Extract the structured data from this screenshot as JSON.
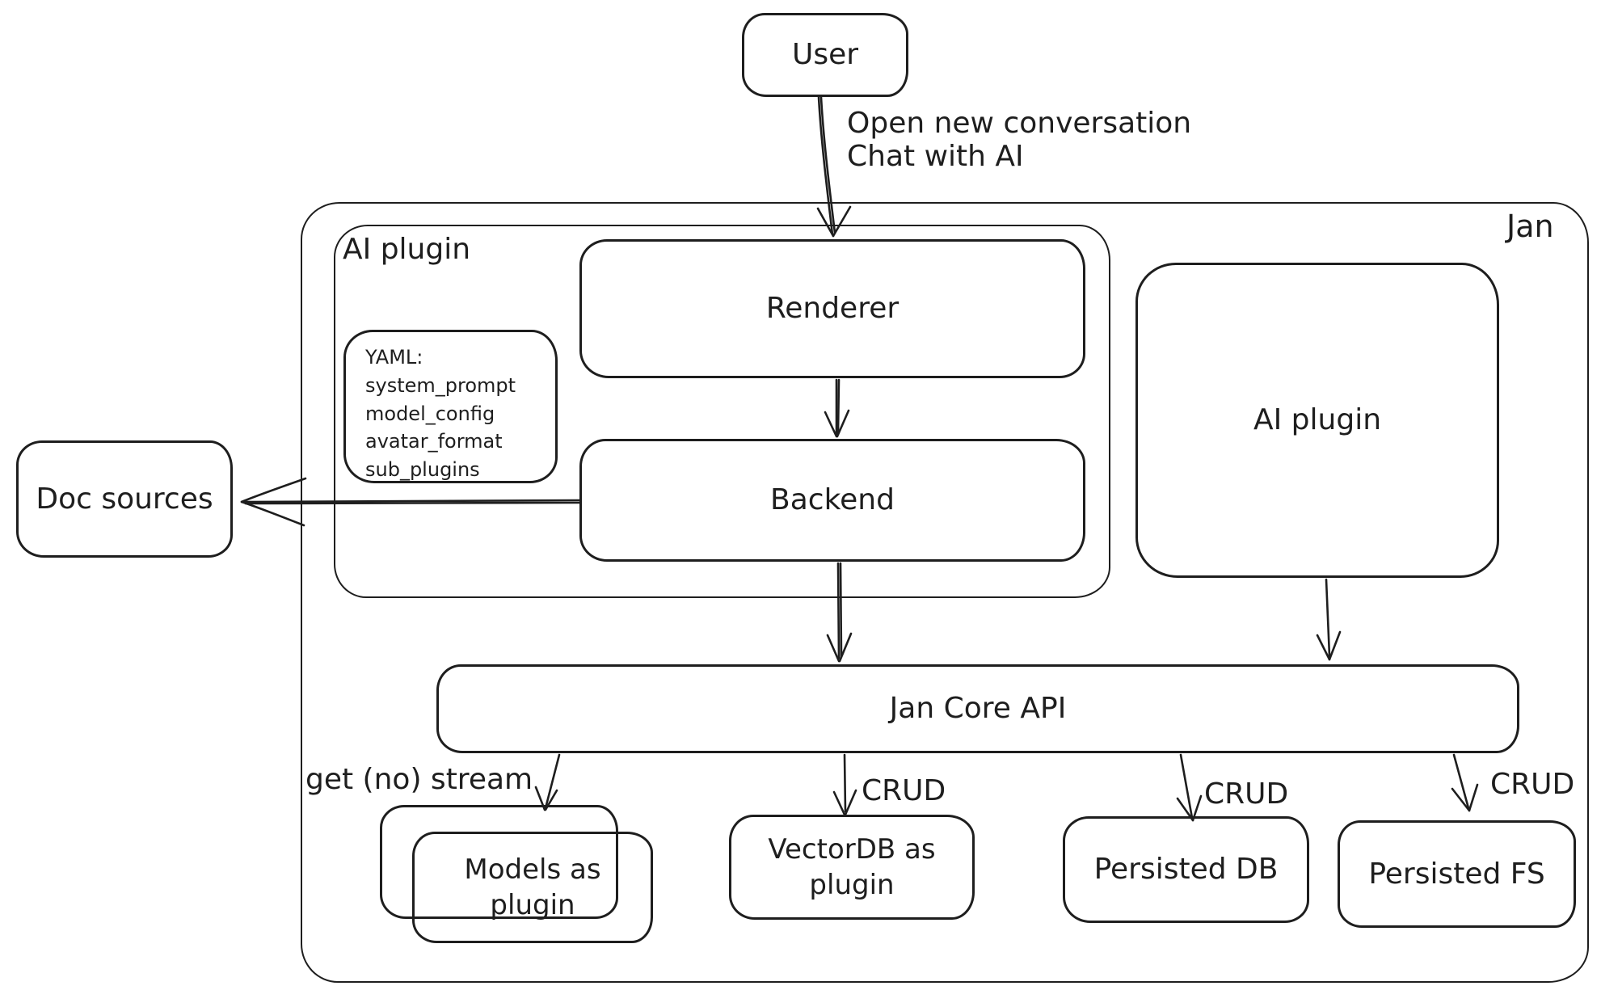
{
  "diagram": {
    "user_box": {
      "label": "User"
    },
    "user_edge": {
      "label_line1": "Open new conversation",
      "label_line2": "Chat with AI"
    },
    "jan_container": {
      "label": "Jan"
    },
    "ai_plugin_group": {
      "label": "AI plugin"
    },
    "renderer_box": {
      "label": "Renderer"
    },
    "backend_box": {
      "label": "Backend"
    },
    "yaml_note": {
      "lines": [
        "YAML:",
        "system_prompt",
        "model_config",
        "avatar_format",
        "sub_plugins"
      ]
    },
    "doc_sources_box": {
      "label": "Doc sources"
    },
    "ai_plugin_box": {
      "label": "AI plugin"
    },
    "jan_core_api_box": {
      "label": "Jan Core API"
    },
    "models_plugin_box": {
      "label_line1": "Models as",
      "label_line2": "plugin"
    },
    "vectordb_box": {
      "label_line1": "VectorDB as",
      "label_line2": "plugin"
    },
    "persisted_db_box": {
      "label": "Persisted DB"
    },
    "persisted_fs_box": {
      "label": "Persisted FS"
    },
    "edge_labels": {
      "get_stream": "get (no) stream",
      "crud_vectordb": "CRUD",
      "crud_persisted_db": "CRUD",
      "crud_persisted_fs": "CRUD"
    }
  },
  "colors": {
    "stroke": "#1e1e1e",
    "background": "#ffffff"
  }
}
